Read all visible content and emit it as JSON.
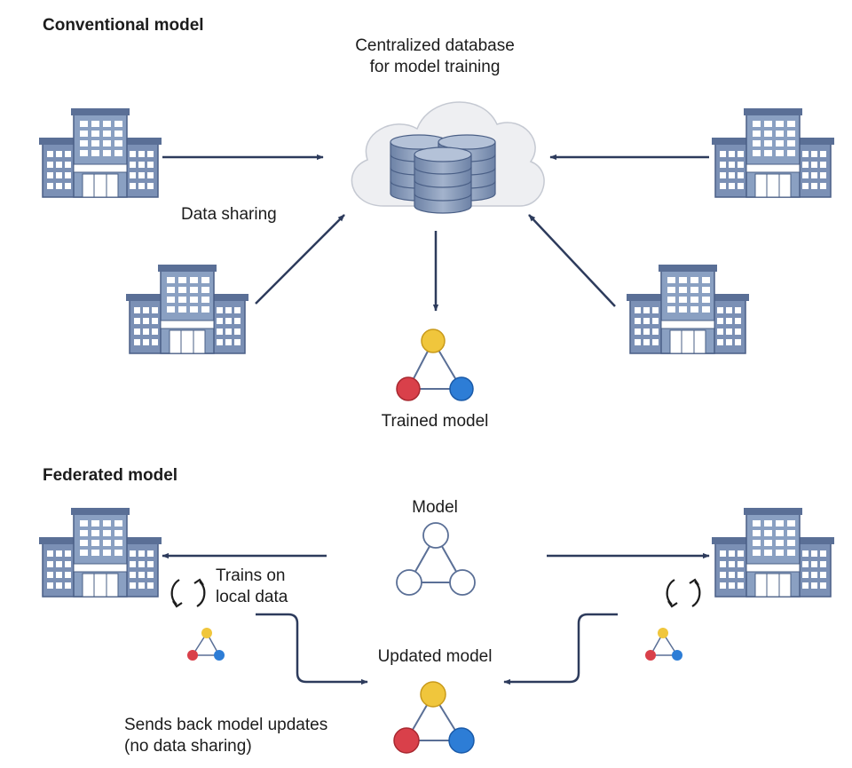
{
  "conventional": {
    "heading": "Conventional model",
    "database_label": "Centralized database\nfor model training",
    "data_sharing_label": "Data sharing",
    "trained_model_label": "Trained model"
  },
  "federated": {
    "heading": "Federated model",
    "model_label": "Model",
    "trains_label": "Trains on\nlocal data",
    "updated_model_label": "Updated model",
    "sends_back_label": "Sends back model updates\n(no data sharing)"
  },
  "colors": {
    "building": "#6f86ad",
    "building_dark": "#4a5f86",
    "arrow": "#2d3b5c",
    "node_yellow": "#f0c63c",
    "node_red": "#d9404a",
    "node_blue": "#2d7dd6",
    "cloud": "#eeeff2",
    "database": "#7f93b2"
  },
  "icons": [
    "building-icon",
    "cloud-icon",
    "database-icon",
    "model-graph-icon",
    "refresh-cycle-icon"
  ]
}
